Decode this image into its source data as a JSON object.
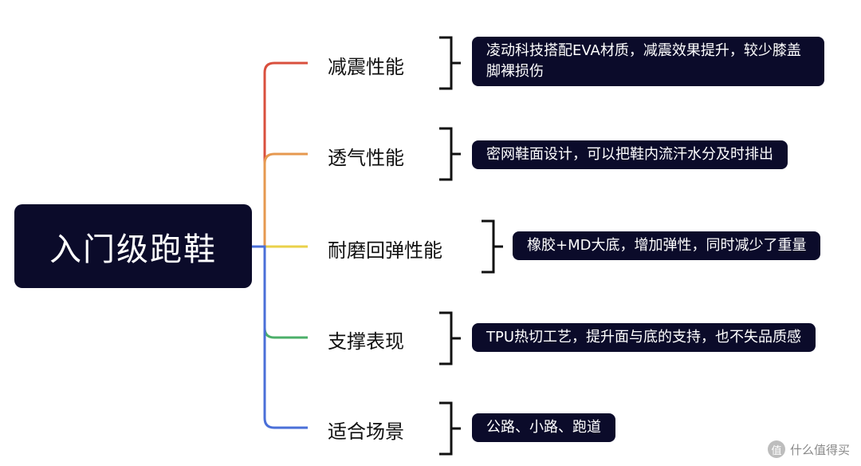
{
  "root": {
    "label": "入门级跑鞋"
  },
  "branches": [
    {
      "label": "减震性能",
      "color": "#d94f3d",
      "detail": "凌动科技搭配EVA材质，减震效果提升，较少膝盖脚裸损伤"
    },
    {
      "label": "透气性能",
      "color": "#e6984f",
      "detail": "密网鞋面设计，可以把鞋内流汗水分及时排出"
    },
    {
      "label": "耐磨回弹性能",
      "color": "#ead14a",
      "detail": "橡胶+MD大底，增加弹性，同时减少了重量"
    },
    {
      "label": "支撑表现",
      "color": "#4caf6a",
      "detail": "TPU热切工艺，提升面与底的支持，也不失品质感"
    },
    {
      "label": "适合场景",
      "color": "#4a6fd8",
      "detail": "公路、小路、跑道"
    }
  ],
  "watermark": {
    "text": "什么值得买",
    "icon": "zhi"
  }
}
